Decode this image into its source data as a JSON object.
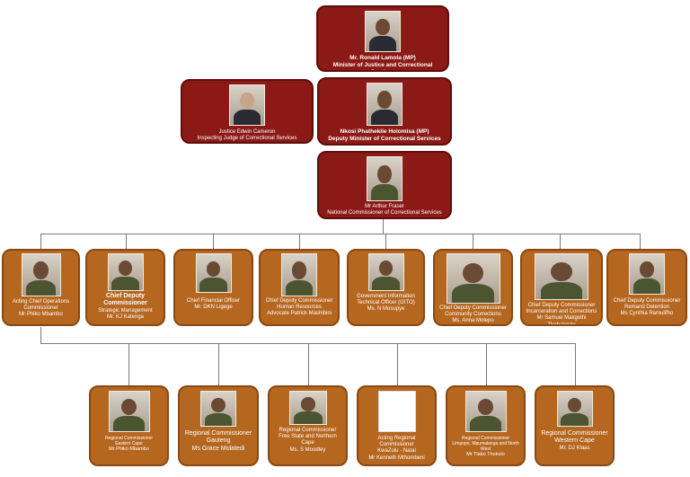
{
  "minister": {
    "name": "Mr. Ronald Lamola (MP)",
    "title": "Minister of Justice and Correctional Services"
  },
  "judge": {
    "name": "Justice Edwin Cameron",
    "title": "Inspecting Judge of Correctional Services"
  },
  "deputy_minister": {
    "name": "Nkosi Phathekile Holomisa (MP)",
    "title": "Deputy Minister of Correctional Services"
  },
  "national_commissioner": {
    "name": "Mr Arthur Fraser",
    "title": "National Commissioner of Correctional Services"
  },
  "row1": [
    {
      "lines": [
        "Acting Chief Operations Commissioner",
        "Mr Phiko Mbambo"
      ]
    },
    {
      "lines": [
        "Chief Deputy Commissioner",
        "Strategic Management",
        "Mr. KJ Katenga"
      ]
    },
    {
      "lines": [
        "Chief Financial Officer",
        "Mr. DKN Ligege"
      ]
    },
    {
      "lines": [
        "Chief Deputy Commissioner",
        "Human Resources",
        "Advocate Patrick Mashibini"
      ]
    },
    {
      "lines": [
        "Government Information Technical Officer (GITO)",
        "Ms. N Mosupye"
      ]
    },
    {
      "lines": [
        "Chief Deputy Commissioner",
        "Community Corrections",
        "Ms. Anna Molepo"
      ]
    },
    {
      "lines": [
        "Chief Deputy Commissioner",
        "Incarceration and Corrections",
        "Mr Samuel Makgothi Thobakgale"
      ]
    },
    {
      "lines": [
        "Chief Deputy Commissioner",
        "Remand Detention",
        "Ms Cynthia Ramulifho"
      ]
    }
  ],
  "row2": [
    {
      "lines": [
        "Regional Commissioner",
        "Eastern Cape",
        "Mr Phiko Mbambo"
      ]
    },
    {
      "lines": [
        "Regional Commissioner",
        "Gauteng",
        "Ms Grace Molatedi"
      ]
    },
    {
      "lines": [
        "Regional Commissioner",
        "Free State and Northern Cape",
        "Ms. S Moodley"
      ]
    },
    {
      "lines": [
        "Acting Regional Commissioner",
        "KwaZulu - Natal",
        "Mr Kenneth Mthombeni"
      ]
    },
    {
      "lines": [
        "Regional Commissioner",
        "Limpopo, Mpumalanga and North West",
        "Mr Tlabo Thokolo"
      ]
    },
    {
      "lines": [
        "Regional Commissioner",
        "Western Cape",
        "Mr. DJ Klaas"
      ]
    }
  ],
  "colors": {
    "top_box": "#8b1a16",
    "commissioner_box": "#b5661f",
    "connector": "#7a7a7a"
  }
}
